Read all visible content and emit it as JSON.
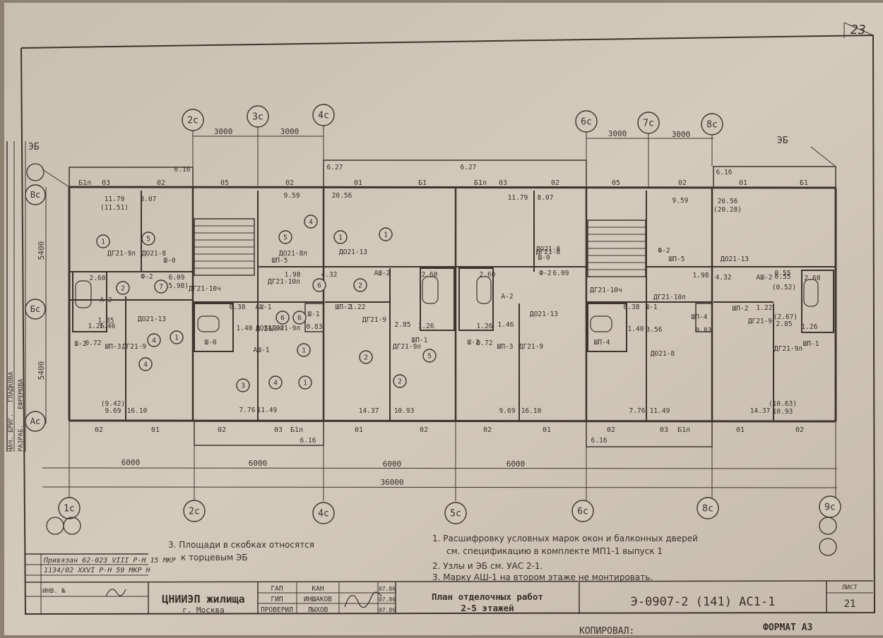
{
  "sheet": {
    "page_no": "23",
    "sheet_no": "21",
    "list_label": "ЛИСТ",
    "copied": "КОПИРОВАЛ:",
    "format": "ФОРМАТ А3"
  },
  "axes_top": [
    "2c",
    "3c",
    "4c",
    "6c",
    "7c",
    "8c"
  ],
  "axes_bottom": [
    "1c",
    "2c",
    "4c",
    "5c",
    "6c",
    "8c",
    "9c"
  ],
  "axes_left": [
    "Вс",
    "Бс",
    "Ас"
  ],
  "dims": {
    "top_a": "3000",
    "top_b": "3000",
    "top_c": "3000",
    "top_d": "3000",
    "left_upper": "5400",
    "left_lower": "5400",
    "bay1": "6000",
    "bay2": "6000",
    "bay3": "6000",
    "bay4": "6000",
    "total": "36000"
  },
  "eb_left": "ЭБ",
  "eb_right": "ЭБ",
  "window_marks_top": [
    "Б1л",
    "03",
    "02",
    "05",
    "02",
    "01",
    "Б1",
    "Б1л",
    "03",
    "02",
    "05",
    "02",
    "01",
    "Б1"
  ],
  "window_marks_bottom": [
    "02",
    "01",
    "02",
    "03",
    "Б1л",
    "01",
    "02",
    "02",
    "01",
    "02",
    "03",
    "Б1л",
    "01",
    "02"
  ],
  "areas": [
    "6.16",
    "6.27",
    "6.27",
    "6.16",
    "11.79",
    "(11.51)",
    "8.07",
    "9.59",
    "20.56",
    "11.79",
    "8.07",
    "9.59",
    "20.56",
    "(20.28)",
    "6.09",
    "(5.98)",
    "6.09",
    "1.98",
    "4.32",
    "1.98",
    "4.32",
    "0.55",
    "(0.52)",
    "0.55",
    "2.60",
    "2.60",
    "2.60",
    "2.60",
    "1.22",
    "1.22",
    "1.26",
    "1.26",
    "1.26",
    "1.26",
    "1.35",
    "1.46",
    "1.46",
    "0.38",
    "0.38",
    "1.40",
    "1.40",
    "3.56",
    "3.56",
    "0.83",
    "0.83",
    "2.85",
    "2.85",
    "(2.67)",
    "0.72",
    "0.72",
    "(9.42)",
    "9.69",
    "16.10",
    "7.76",
    "11.49",
    "14.37",
    "10.93",
    "9.69",
    "16.10",
    "7.76",
    "11.49",
    "14.37",
    "(10.63)",
    "10.93",
    "6.16",
    "6.16"
  ],
  "marks": [
    "ДГ21-9л",
    "ДО21-8",
    "Ш-0",
    "Ф-2",
    "ДГ21-10ч",
    "А-2",
    "ДО21-13",
    "Ш-2",
    "ШП-3",
    "ДГ21-9",
    "АШ-1",
    "ДО21-9л",
    "Ш-1",
    "ДО21-8л",
    "ШП-5",
    "ДГ21-10л",
    "ДО21-13",
    "АШ-2",
    "ШП-2",
    "ДГ21-9",
    "ДГ21-9л",
    "ШП-1",
    "ДГ21-8",
    "ДО21-8",
    "Ш-0",
    "Ф-2",
    "ДГ21-10ч",
    "А-2",
    "ДО21-13",
    "Ш-2",
    "ШП-3",
    "ДГ21-9",
    "ДО21-8",
    "АШ-1",
    "ДО21-9л",
    "Ш-1",
    "ШП-4",
    "Ш-0",
    "Ф-2",
    "ШП-5",
    "ДО21-13",
    "ДГ21-10л",
    "АШ-2",
    "ШП-2",
    "ДГ21-9",
    "ДГ21-9л",
    "ШП-1",
    "ШП-4"
  ],
  "bubbles": [
    "1",
    "5",
    "2",
    "7",
    "1",
    "4",
    "5",
    "2",
    "4",
    "6",
    "6",
    "6",
    "1",
    "4",
    "1",
    "2",
    "2",
    "5",
    "1",
    "3",
    "4",
    "1"
  ],
  "notes_left": [
    "3. Площади в скобках относятся",
    "к торцевым ЭБ"
  ],
  "notes_right": [
    "1. Расшифровку условных марок окон и балконных дверей",
    "см. спецификацию в комплекте МП1-1 выпуск 1",
    "2. Узлы и ЭБ см. УАС 2-1.",
    "3. Марку АШ-1 на втором этаже не монтировать."
  ],
  "binding": [
    "Привязан 62-023 VIII Р-Н 15 МКР",
    "1134/02 XXVI Р-Н 59 МКР Н"
  ],
  "title_block": {
    "org": "ЦНИИЭП жилища",
    "city": "г. Москва",
    "roles": [
      "ГАП",
      "ГИП",
      "ПРОВЕРИЛ"
    ],
    "names": [
      "КАН",
      "ИНШАКОВ",
      "ЛЫХОВ"
    ],
    "dates": [
      "07.86",
      "07.86",
      "07.86"
    ],
    "title": [
      "План отделочных работ",
      "2-5 этажей"
    ],
    "code": "Э-0907-2 (141) АС1-1",
    "inv_label": "ИНВ. №",
    "left_roles": [
      "РАЗРАБ.",
      "НАЧ. БРИГ."
    ],
    "left_names": [
      "ЕФРЕМОВА",
      "ГЛАДКОВА"
    ]
  }
}
